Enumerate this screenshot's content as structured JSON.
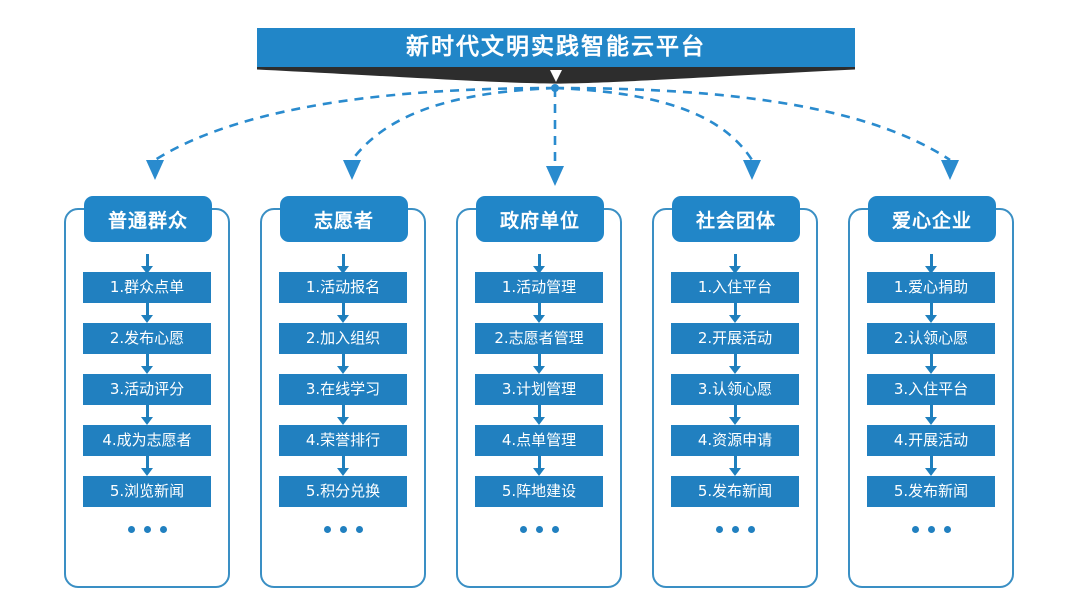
{
  "header": {
    "title": "新时代文明实践智能云平台"
  },
  "icons": {
    "chevron_down": "chevron-down-icon",
    "ellipsis": "ellipsis-dots-icon",
    "arrow_down": "arrow-down-icon"
  },
  "colors": {
    "banner_blue": "#2186c8",
    "box_blue": "#2180c0",
    "frame_blue": "#3a8fc4",
    "arrow_blue": "#1f7fbd",
    "shadow_dark": "#2d2d2d",
    "background": "#ffffff",
    "text_on_blue": "#ffffff"
  },
  "columns": [
    {
      "id": "public",
      "header": "普通群众",
      "steps": [
        "1.群众点单",
        "2.发布心愿",
        "3.活动评分",
        "4.成为志愿者",
        "5.浏览新闻"
      ],
      "more": "..."
    },
    {
      "id": "volunteer",
      "header": "志愿者",
      "steps": [
        "1.活动报名",
        "2.加入组织",
        "3.在线学习",
        "4.荣誉排行",
        "5.积分兑换"
      ],
      "more": "..."
    },
    {
      "id": "government",
      "header": "政府单位",
      "steps": [
        "1.活动管理",
        "2.志愿者管理",
        "3.计划管理",
        "4.点单管理",
        "5.阵地建设"
      ],
      "more": "..."
    },
    {
      "id": "social-group",
      "header": "社会团体",
      "steps": [
        "1.入住平台",
        "2.开展活动",
        "3.认领心愿",
        "4.资源申请",
        "5.发布新闻"
      ],
      "more": "..."
    },
    {
      "id": "enterprise",
      "header": "爱心企业",
      "steps": [
        "1.爱心捐助",
        "2.认领心愿",
        "3.入住平台",
        "4.开展活动",
        "5.发布新闻"
      ],
      "more": "..."
    }
  ]
}
